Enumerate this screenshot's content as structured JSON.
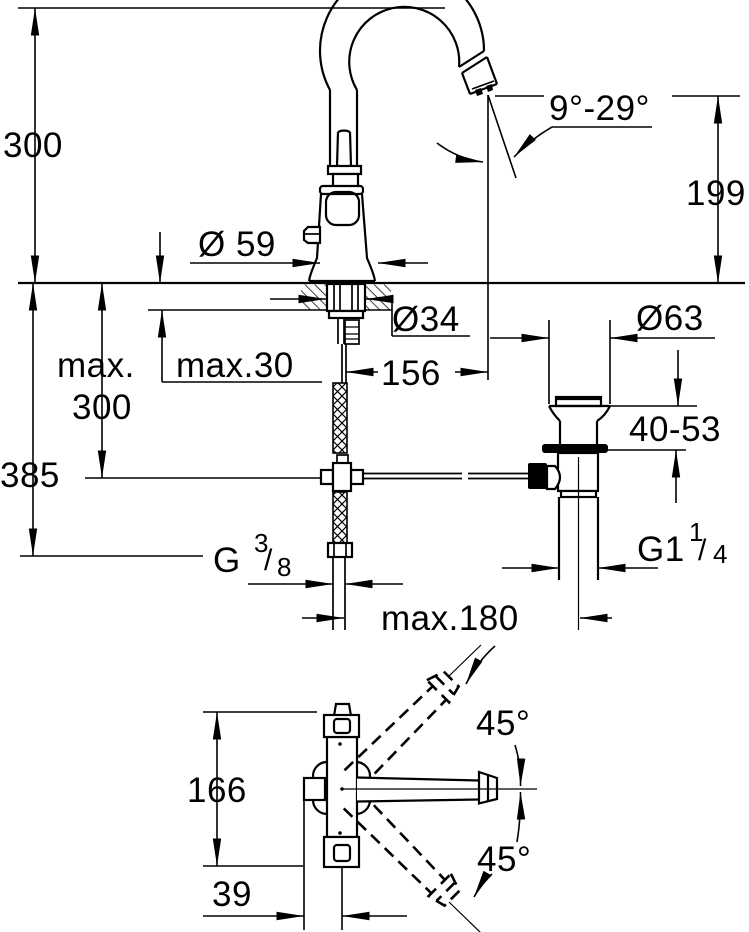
{
  "drawing": {
    "type": "faucet installation technical drawing, front view and bottom view",
    "colors": {
      "ink": "#000000",
      "paper": "#ffffff"
    },
    "dims": {
      "height_above_deck": "300",
      "spout_height": "199",
      "spout_angle_range": "9°-29°",
      "base_diameter": "Ø 59",
      "shank_diameter": "Ø34",
      "max_deck_thickness": "max.30",
      "spout_reach": "156",
      "waste_flange_diameter": "Ø63",
      "max_hose_word": "max.",
      "max_hose_value": "300",
      "total_below_deck": "385",
      "waste_clamp_range": "40-53",
      "supply_thread_g": "G",
      "supply_thread_num": "3",
      "supply_thread_slash": "/",
      "supply_thread_den": "8",
      "waste_thread_g": "G1",
      "waste_thread_num": "1",
      "waste_thread_slash": "/",
      "waste_thread_den": "4",
      "max_rod_length": "max.180",
      "body_depth": "166",
      "lever_offset": "39",
      "swivel_upper": "45°",
      "swivel_lower": "45°"
    }
  }
}
